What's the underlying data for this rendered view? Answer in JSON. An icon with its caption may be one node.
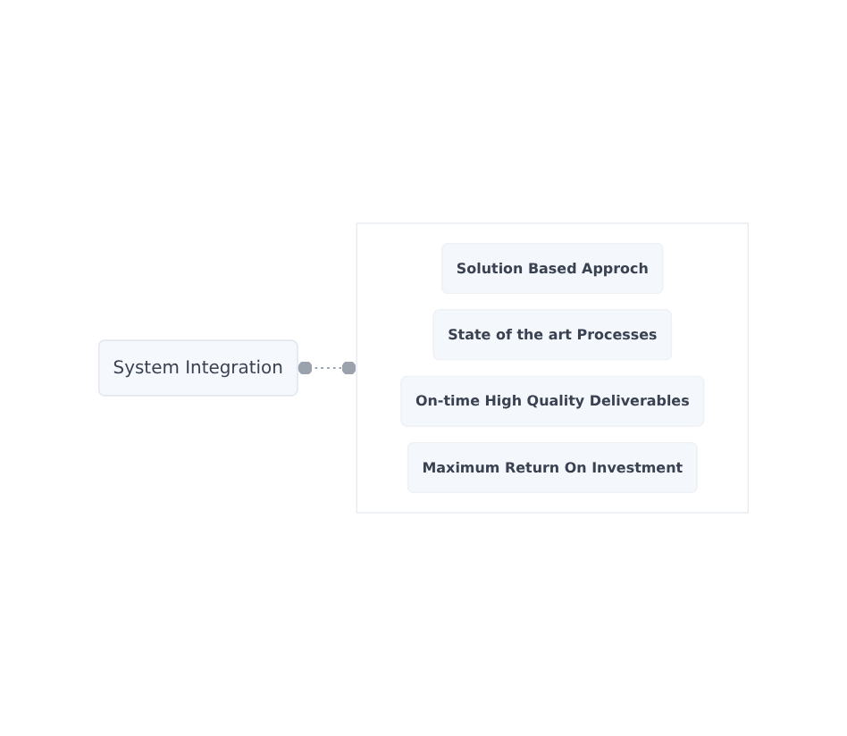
{
  "diagram": {
    "nodes": [
      {
        "text": [
          "System Integration"
        ]
      },
      {
        "text": [],
        "shape": "box"
      },
      {
        "text": [
          "Solution Based Approch"
        ],
        "in": 1
      },
      {
        "text": [
          "State of the art Processes"
        ],
        "in": 1
      },
      {
        "text": [
          "On-time High Quality Deliverables"
        ],
        "in": 1
      },
      {
        "text": [
          "Maximum Return On Investment"
        ],
        "in": 1
      }
    ],
    "edges": [
      {
        "from": 0,
        "to": 1,
        "arrow": "other",
        "style": "dashed"
      }
    ]
  }
}
